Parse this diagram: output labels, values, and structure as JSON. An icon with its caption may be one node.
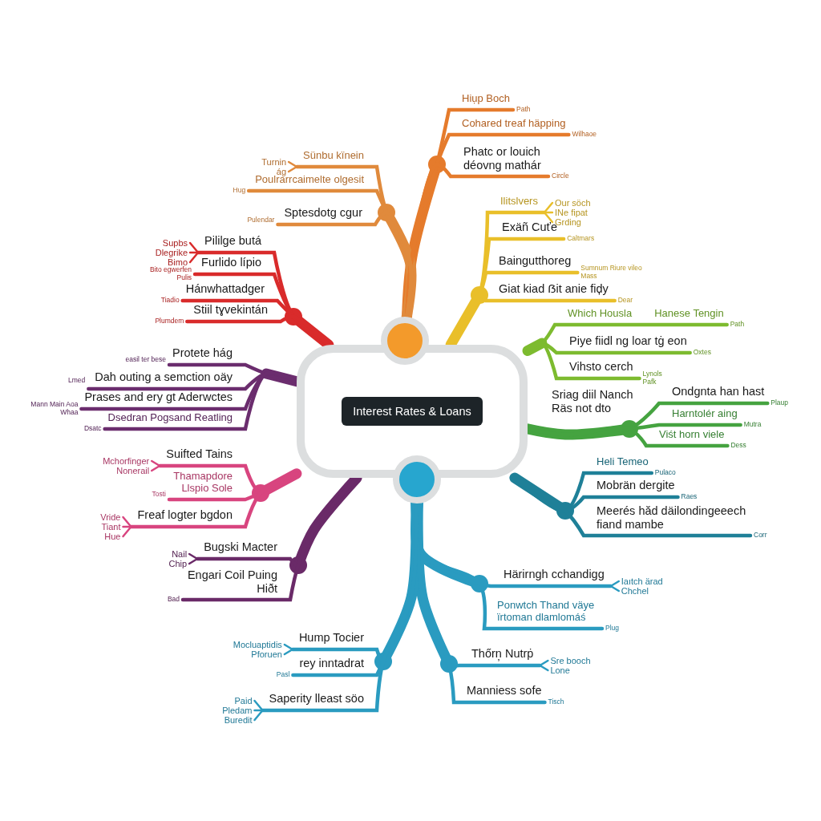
{
  "diagram": {
    "nodes": [
      {
        "text": [
          "Interest Rates & Loans"
        ]
      },
      {
        "text": [],
        "shape": "circle"
      },
      {
        "text": [],
        "shape": "circle"
      },
      {
        "text": [
          "Hiụp Boch"
        ],
        "beside": [
          "Path"
        ]
      },
      {
        "text": [
          "Cohared treaf häpping"
        ],
        "beside": [
          "Wilhaoe"
        ]
      },
      {
        "text": [
          "Phatc or louich déovng mathár"
        ],
        "beside": [
          "Circle"
        ]
      },
      {
        "text": [
          "Sünbu kïnein"
        ],
        "beside": [
          "Turnin",
          "ág"
        ]
      },
      {
        "text": [
          "Poulrarrcaimelte olgesit"
        ],
        "beside": [
          "Hug"
        ]
      },
      {
        "text": [
          "Sptesdotg cgur"
        ],
        "beside": [
          "Pulendar"
        ]
      },
      {
        "text": [
          "Ilitslvers"
        ],
        "beside": [
          "Our söch",
          "INe fipat",
          "Grding"
        ]
      },
      {
        "text": [
          "Exäñ Cuťe"
        ],
        "beside": [
          "Caltmars"
        ]
      },
      {
        "text": [
          "Baingutthoreg"
        ],
        "beside": [
          "Sumnum Riure vileo",
          "Mass"
        ]
      },
      {
        "text": [
          "Giat kiad ẞit anie fiḑy"
        ],
        "beside": [
          "Dear"
        ]
      },
      {
        "text": [
          "Which Housla",
          "Hanese Tengin"
        ],
        "beside": [
          "Path"
        ]
      },
      {
        "text": [
          "Piye fiidl ng loar tġ eon"
        ],
        "beside": [
          "Oxtes"
        ]
      },
      {
        "text": [
          "Vihsto cerch"
        ],
        "beside": [
          "Lynols",
          "Pafk"
        ]
      },
      {
        "text": [
          "Ondgnta han hast"
        ],
        "beside": [
          "Plaup"
        ]
      },
      {
        "text": [
          "Harntolér aing"
        ],
        "beside": [
          "Mutra"
        ]
      },
      {
        "text": [
          "Viśt horn viele"
        ],
        "beside": [
          "Dess"
        ]
      },
      {
        "text": [
          "Heli Temeo"
        ],
        "beside": [
          "Pulaco"
        ]
      },
      {
        "text": [
          "Mobrän dergite"
        ],
        "beside": [
          "Raes"
        ]
      },
      {
        "text": [
          "Meerés hăd däilondingeeech fiand mambe"
        ],
        "beside": [
          "Corr"
        ]
      },
      {
        "text": [
          "Härirngh cchandigg"
        ],
        "beside": [
          "Iaıtch ärad",
          "Chchel"
        ]
      },
      {
        "text": [
          "Ponwtch Thand väye ïrtoman dlamlomáś"
        ],
        "beside": [
          "Plug"
        ]
      },
      {
        "text": [
          "Thőrn̦ Nutrṗ"
        ],
        "beside": [
          "Sre booch",
          "Lone"
        ]
      },
      {
        "text": [
          "Manniess sofe"
        ],
        "beside": [
          "Tisch"
        ]
      },
      {
        "text": [
          "Hump Tocier"
        ],
        "beside": [
          "Mocluaptidis",
          "Pforuen"
        ]
      },
      {
        "text": [
          "rey inntadrat"
        ],
        "beside": [
          "Pasl"
        ]
      },
      {
        "text": [
          "Saperity lleast söo"
        ],
        "beside": [
          "Paid",
          "Pledam",
          "Buredit"
        ]
      },
      {
        "text": [
          "Protete hág"
        ],
        "beside": [
          "easil ter bese"
        ]
      },
      {
        "text": [
          "Dah outing a semction oäy"
        ],
        "beside": [
          "Lmed"
        ]
      },
      {
        "text": [
          "Prases and ery gt Aderwctes"
        ],
        "beside": [
          "Mann Main Aoa",
          "Whaa"
        ]
      },
      {
        "text": [
          "Dsedran Pogsand Reatling"
        ],
        "beside": [
          "Dsatc"
        ]
      },
      {
        "text": [
          "Pililge butá"
        ],
        "beside": [
          "Supbs",
          "Dlegrike",
          "Bimo"
        ]
      },
      {
        "text": [
          "Furlido lípio"
        ],
        "beside": [
          "Bito egwerfen",
          "Pulis"
        ]
      },
      {
        "text": [
          "Hánwhattadger"
        ],
        "beside": [
          "Tiadio"
        ]
      },
      {
        "text": [
          "Stiil tɣvekintán"
        ],
        "beside": [
          "Plumdem"
        ]
      },
      {
        "text": [
          "Suifted Tains"
        ],
        "beside": [
          "Mchorfinger",
          "Nonerail"
        ]
      },
      {
        "text": [
          "Thamapdore Llspio Sole"
        ],
        "beside": [
          "Tosti"
        ]
      },
      {
        "text": [
          "Freaf logter bgdon"
        ],
        "beside": [
          "Vride",
          "Tiant",
          "Hue"
        ]
      },
      {
        "text": [
          "Bugski Macter"
        ],
        "beside": [
          "Nail",
          "Chip"
        ]
      },
      {
        "text": [
          "Engari Coil Puing Hiðt"
        ],
        "beside": [
          "Bad"
        ]
      }
    ],
    "edges": [
      {
        "from": 1,
        "to": 3,
        "arrow": "none",
        "color": "#e57b2c"
      },
      {
        "from": 1,
        "to": 4,
        "arrow": "none",
        "color": "#e57b2c"
      },
      {
        "from": 1,
        "to": 5,
        "arrow": "none",
        "color": "#e57b2c"
      },
      {
        "from": 1,
        "to": 6,
        "arrow": "none",
        "color": "#e08a3c"
      },
      {
        "from": 1,
        "to": 7,
        "arrow": "none",
        "color": "#e08a3c"
      },
      {
        "from": 1,
        "to": 8,
        "arrow": "none",
        "color": "#e08a3c"
      },
      {
        "from": 0,
        "to": 9,
        "arrow": "none",
        "color": "#e9bf2a"
      },
      {
        "from": 0,
        "to": 10,
        "arrow": "none",
        "color": "#e9bf2a"
      },
      {
        "from": 0,
        "to": 11,
        "arrow": "none",
        "color": "#e9bf2a"
      },
      {
        "from": 0,
        "to": 12,
        "arrow": "none",
        "color": "#e9bf2a"
      },
      {
        "from": 0,
        "to": 13,
        "arrow": "none",
        "color": "#7dbb2f"
      },
      {
        "from": 0,
        "to": 14,
        "arrow": "none",
        "color": "#7dbb2f"
      },
      {
        "from": 0,
        "to": 15,
        "arrow": "none",
        "color": "#7dbb2f"
      },
      {
        "from": 0,
        "to": 16,
        "arrow": "none",
        "color": "#45a340"
      },
      {
        "from": 0,
        "to": 17,
        "arrow": "none",
        "color": "#45a340"
      },
      {
        "from": 0,
        "to": 18,
        "arrow": "none",
        "color": "#45a340"
      },
      {
        "from": 0,
        "to": 19,
        "arrow": "none",
        "color": "#1f8098"
      },
      {
        "from": 0,
        "to": 20,
        "arrow": "none",
        "color": "#1f8098"
      },
      {
        "from": 0,
        "to": 21,
        "arrow": "none",
        "color": "#1f8098"
      },
      {
        "from": 2,
        "to": 22,
        "arrow": "none",
        "color": "#2a9bc0"
      },
      {
        "from": 2,
        "to": 23,
        "arrow": "none",
        "color": "#2a9bc0"
      },
      {
        "from": 2,
        "to": 24,
        "arrow": "none",
        "color": "#2a9bc0"
      },
      {
        "from": 2,
        "to": 25,
        "arrow": "none",
        "color": "#2a9bc0"
      },
      {
        "from": 2,
        "to": 26,
        "arrow": "none",
        "color": "#2a9bc0"
      },
      {
        "from": 2,
        "to": 27,
        "arrow": "none",
        "color": "#2a9bc0"
      },
      {
        "from": 2,
        "to": 28,
        "arrow": "none",
        "color": "#2a9bc0"
      },
      {
        "from": 0,
        "to": 29,
        "arrow": "none",
        "color": "#6b2d6e"
      },
      {
        "from": 0,
        "to": 30,
        "arrow": "none",
        "color": "#6b2d6e"
      },
      {
        "from": 0,
        "to": 31,
        "arrow": "none",
        "color": "#6b2d6e"
      },
      {
        "from": 0,
        "to": 32,
        "arrow": "none",
        "color": "#6b2d6e"
      },
      {
        "from": 0,
        "to": 33,
        "arrow": "none",
        "color": "#d92b2b"
      },
      {
        "from": 0,
        "to": 34,
        "arrow": "none",
        "color": "#d92b2b"
      },
      {
        "from": 0,
        "to": 35,
        "arrow": "none",
        "color": "#d92b2b"
      },
      {
        "from": 0,
        "to": 36,
        "arrow": "none",
        "color": "#d92b2b"
      },
      {
        "from": 0,
        "to": 37,
        "arrow": "none",
        "color": "#d8457f"
      },
      {
        "from": 0,
        "to": 38,
        "arrow": "none",
        "color": "#d8457f"
      },
      {
        "from": 0,
        "to": 39,
        "arrow": "none",
        "color": "#d8457f"
      },
      {
        "from": 0,
        "to": 40,
        "arrow": "none",
        "color": "#6a2a68"
      },
      {
        "from": 0,
        "to": 41,
        "arrow": "none",
        "color": "#6a2a68"
      }
    ],
    "labels": [
      "Sriag diil Nanch Räs not dto"
    ]
  }
}
